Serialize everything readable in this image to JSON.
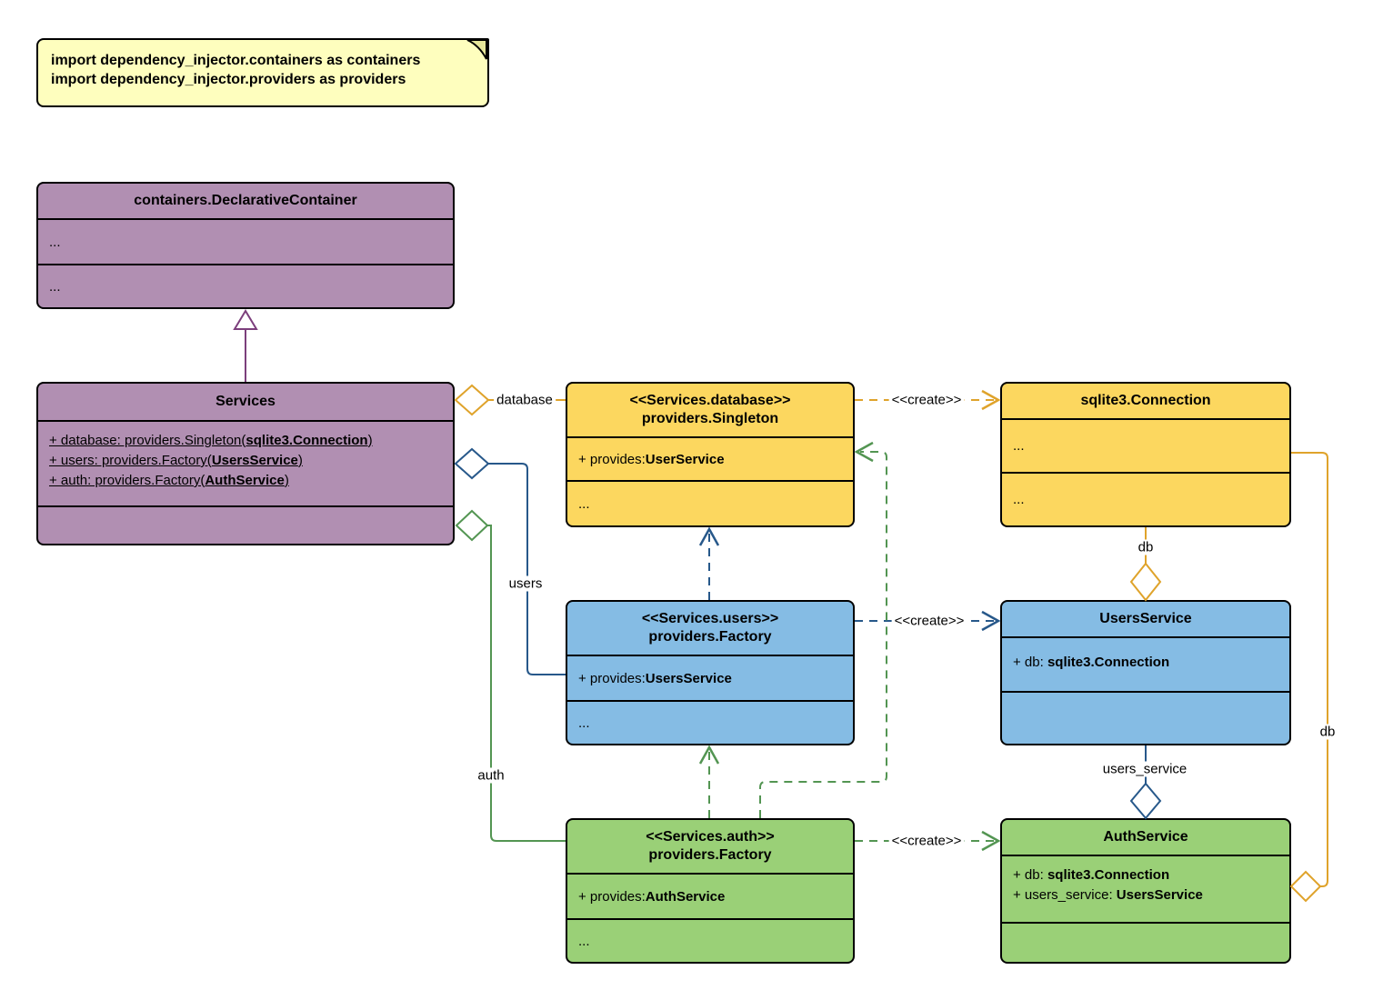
{
  "note": {
    "line1": "import dependency_injector.containers as containers",
    "line2": "import dependency_injector.providers as providers"
  },
  "classes": {
    "declarative_container": {
      "title": "containers.DeclarativeContainer",
      "compartment1": "...",
      "compartment2": "..."
    },
    "services": {
      "title": "Services",
      "attributes": [
        {
          "prefix": "+ database: providers.Singleton(",
          "bold": "sqlite3.Connection",
          "suffix": ")"
        },
        {
          "prefix": "+ users: providers.Factory(",
          "bold": "UsersService",
          "suffix": ")"
        },
        {
          "prefix": "+ auth: providers.Factory(",
          "bold": "AuthService",
          "suffix": ")"
        }
      ]
    },
    "database_singleton": {
      "stereotype": "<<Services.database>>",
      "title": "providers.Singleton",
      "attribute": {
        "prefix": "+ provides: ",
        "bold": "UserService",
        "suffix": ""
      },
      "compartment": "..."
    },
    "sqlite_connection": {
      "title": "sqlite3.Connection",
      "compartment1": "...",
      "compartment2": "..."
    },
    "users_factory": {
      "stereotype": "<<Services.users>>",
      "title": "providers.Factory",
      "attribute": {
        "prefix": "+ provides: ",
        "bold": "UsersService",
        "suffix": ""
      },
      "compartment": "..."
    },
    "users_service": {
      "title": "UsersService",
      "attributes": [
        {
          "prefix": "+ db: ",
          "bold": "sqlite3.Connection",
          "suffix": ""
        }
      ]
    },
    "auth_factory": {
      "stereotype": "<<Services.auth>>",
      "title": "providers.Factory",
      "attribute": {
        "prefix": "+ provides: ",
        "bold": "AuthService",
        "suffix": ""
      },
      "compartment": "..."
    },
    "auth_service": {
      "title": "AuthService",
      "attributes": [
        {
          "prefix": "+ db: ",
          "bold": "sqlite3.Connection",
          "suffix": ""
        },
        {
          "prefix": "+ users_service: ",
          "bold": "UsersService",
          "suffix": ""
        }
      ]
    }
  },
  "labels": {
    "database": "database",
    "users": "users",
    "auth": "auth",
    "create_database": "<<create>>",
    "create_users": "<<create>>",
    "create_auth": "<<create>>",
    "db_top": "db",
    "db_right": "db",
    "users_service": "users_service"
  },
  "colors": {
    "purple_fill": "#b18fb2",
    "purple_stroke": "#7c3f7c",
    "yellow_fill": "#fcd75f",
    "yellow_stroke": "#dfa32b",
    "blue_fill": "#85bce4",
    "blue_stroke": "#27588a",
    "green_fill": "#9ad077",
    "green_stroke": "#539552",
    "note_fill": "#fefebe",
    "box_border": "#000000"
  }
}
